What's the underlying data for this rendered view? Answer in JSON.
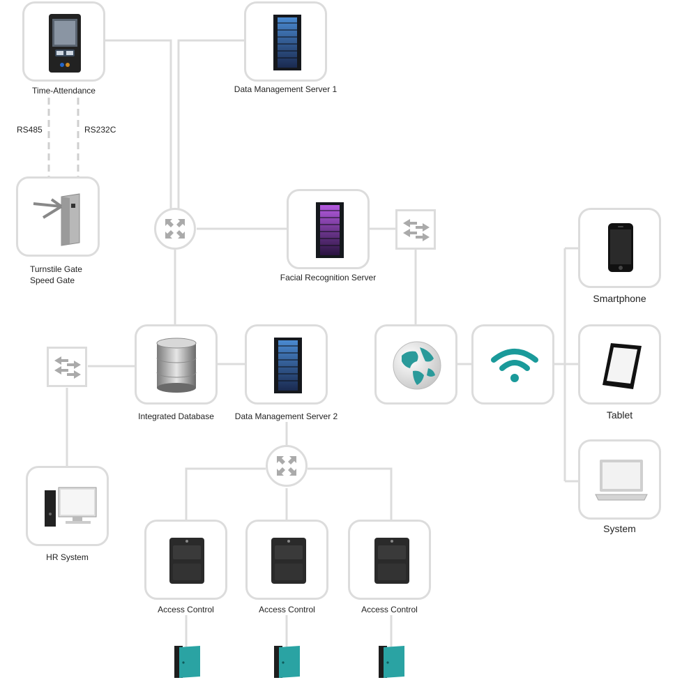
{
  "labels": {
    "time_attendance": "Time-Attendance",
    "dms1": "Data Management Server 1",
    "rs485": "RS485",
    "rs232c": "RS232C",
    "turnstile_line1": "Turnstile Gate",
    "turnstile_line2": "Speed Gate",
    "facial": "Facial Recognition Server",
    "smartphone": "Smartphone",
    "integrated_db": "Integrated Database",
    "dms2": "Data Management Server 2",
    "tablet": "Tablet",
    "system": "System",
    "hr_system": "HR System",
    "access_control_1": "Access Control",
    "access_control_2": "Access Control",
    "access_control_3": "Access Control"
  },
  "icons": {
    "time_attendance": "face-terminal-icon",
    "server": "server-rack-icon",
    "turnstile": "turnstile-gate-icon",
    "router": "router-icon",
    "switch": "network-switch-icon",
    "database": "database-icon",
    "globe": "globe-icon",
    "wifi": "wifi-icon",
    "smartphone": "smartphone-icon",
    "tablet": "tablet-icon",
    "laptop": "laptop-icon",
    "desktop": "desktop-pc-icon",
    "access_control": "access-control-panel-icon",
    "door": "door-icon"
  },
  "colors": {
    "line": "#dcdcdc",
    "accent": "#1a9a9a",
    "server_blue": "#2f6fb0",
    "server_purple": "#9a3fd0",
    "door": "#2aa3a3"
  }
}
